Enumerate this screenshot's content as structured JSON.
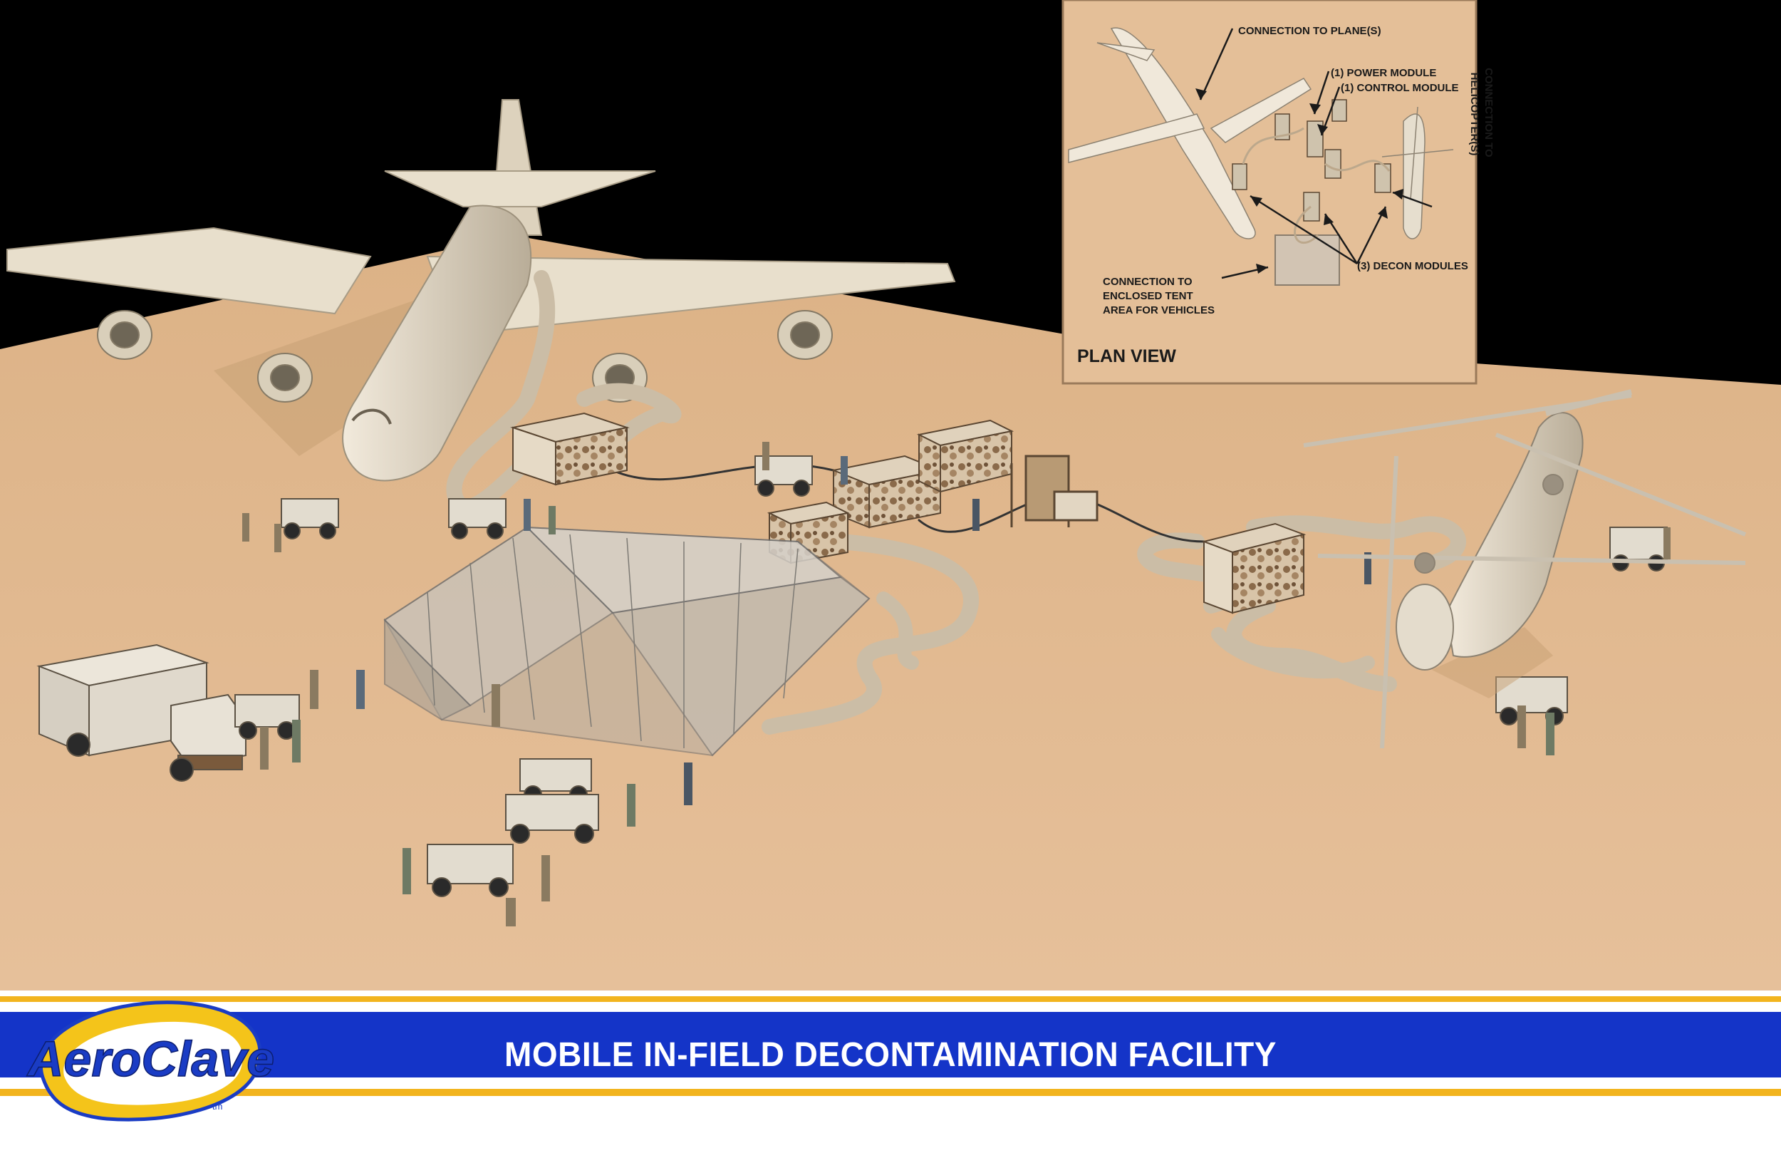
{
  "plan_view": {
    "title": "PLAN VIEW",
    "labels": {
      "connection_plane": "CONNECTION TO PLANE(S)",
      "power_module": "(1) POWER MODULE",
      "control_module": "(1) CONTROL MODULE",
      "connection_helicopter_1": "CONNECTION TO",
      "connection_helicopter_2": "HELICOPTER(S)",
      "decon_modules": "(3) DECON MODULES",
      "tent_line1": "CONNECTION TO",
      "tent_line2": "ENCLOSED TENT",
      "tent_line3": "AREA FOR VEHICLES"
    }
  },
  "banner": {
    "title": "MOBILE IN-FIELD DECONTAMINATION FACILITY",
    "logo_text": "AeroClave",
    "logo_tm": "tm"
  },
  "colors": {
    "sky": "#000000",
    "ground": "#e2b88c",
    "inset_bg": "#e4bf98",
    "banner_blue": "#1434c8",
    "banner_gold": "#f2b41e",
    "logo_yellow": "#f4c41a",
    "logo_blue": "#1a3cc4"
  },
  "icons": [
    "airplane-icon",
    "helicopter-icon",
    "decon-module-icon",
    "tent-icon",
    "truck-icon",
    "jeep-icon",
    "soldier-icon",
    "forklift-icon",
    "hose-icon"
  ]
}
